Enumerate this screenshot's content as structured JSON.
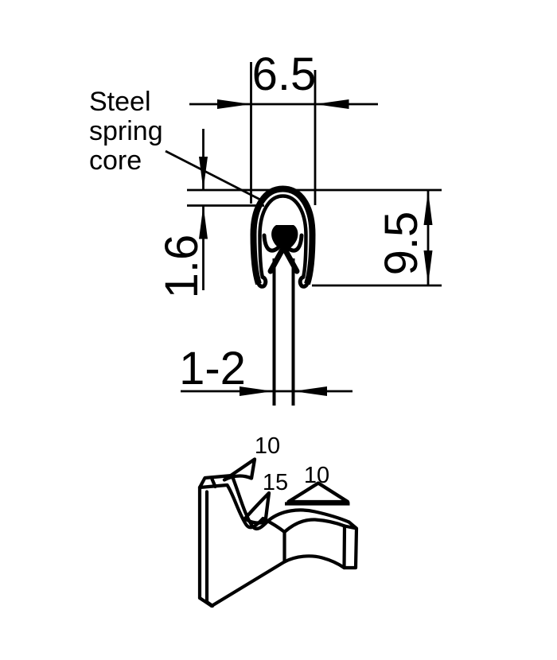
{
  "drawing": {
    "callout": {
      "line1": "Steel",
      "line2": "spring",
      "line3": "core"
    },
    "dims": {
      "width": "6.5",
      "height": "9.5",
      "wall": "1.6",
      "grip": "1-2"
    },
    "radii": {
      "r1": "10",
      "r2": "15",
      "r3": "10"
    },
    "colors": {
      "ink": "#000000",
      "background": "#ffffff"
    }
  }
}
